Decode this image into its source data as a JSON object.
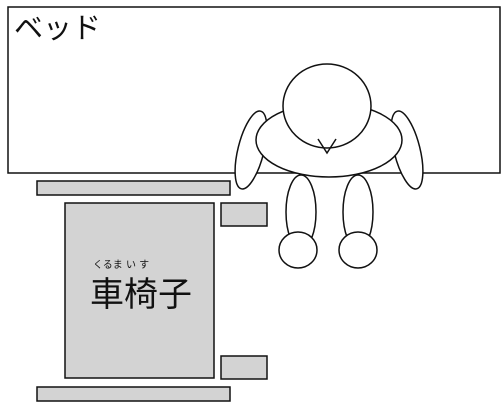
{
  "bed": {
    "label": "ベッド"
  },
  "wheelchair": {
    "label": "車椅子",
    "ruby": "くるま い す"
  },
  "colors": {
    "outline": "#111111",
    "wheelchair_fill": "#d3d3d3",
    "background": "#ffffff"
  }
}
